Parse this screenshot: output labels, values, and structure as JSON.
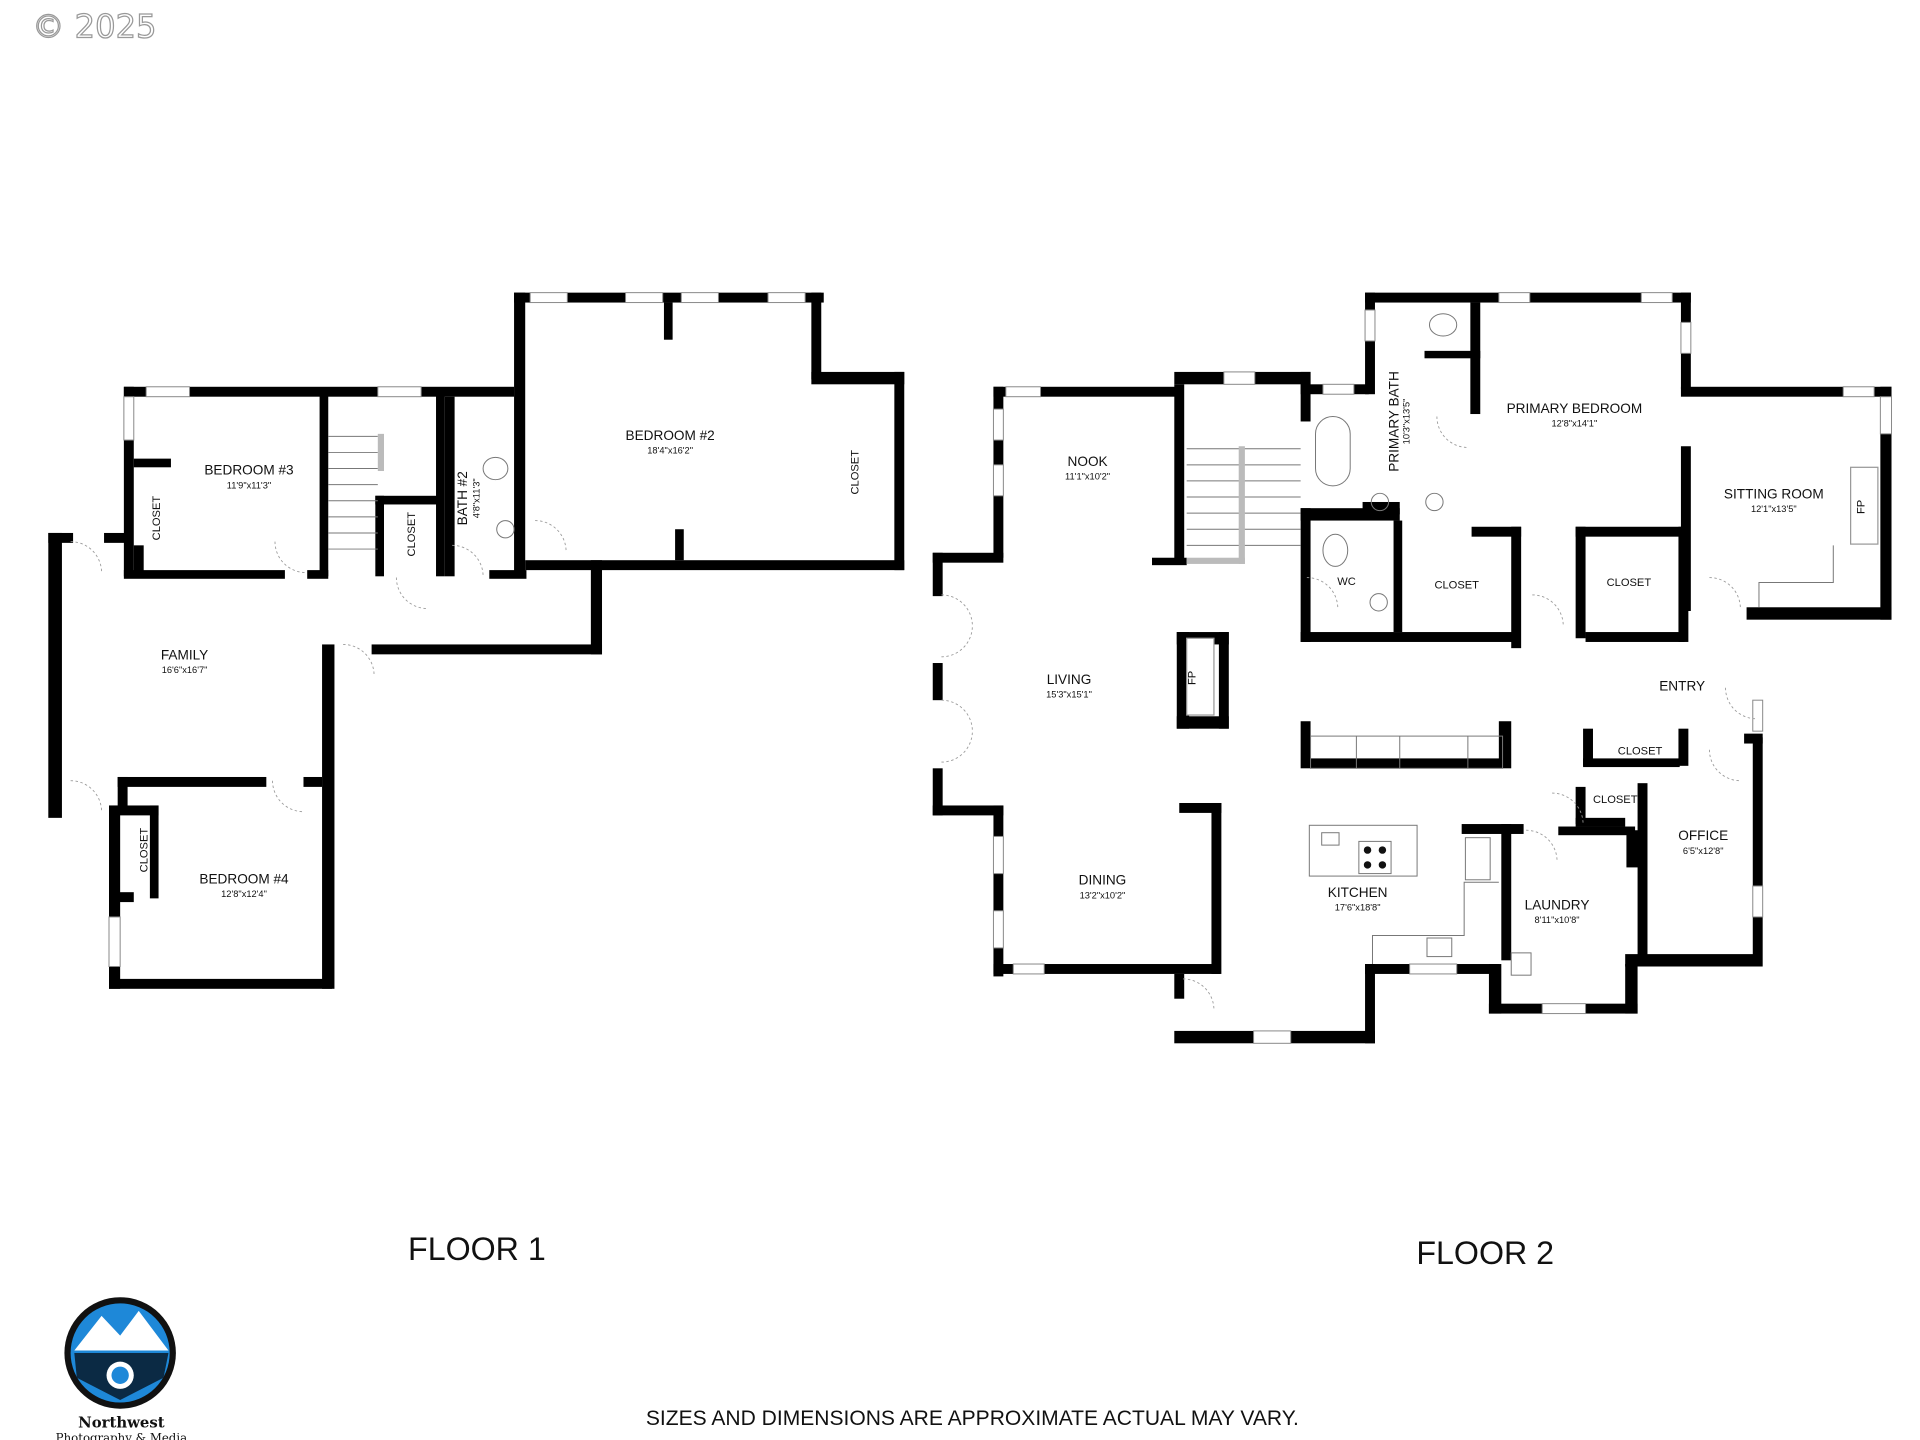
{
  "copyright": "© 2025",
  "floors": [
    {
      "label": "FLOOR 1",
      "rooms": [
        {
          "name": "BEDROOM #3",
          "size": "11'9\"x11'3\""
        },
        {
          "name": "BEDROOM #2",
          "size": "18'4\"x16'2\""
        },
        {
          "name": "BATH #2",
          "size": "4'8\"x11'3\""
        },
        {
          "name": "FAMILY",
          "size": "16'6\"x16'7\""
        },
        {
          "name": "BEDROOM #4",
          "size": "12'8\"x12'4\""
        },
        {
          "name": "CLOSET"
        },
        {
          "name": "CLOSET"
        },
        {
          "name": "CLOSET"
        },
        {
          "name": "CLOSET"
        }
      ]
    },
    {
      "label": "FLOOR 2",
      "rooms": [
        {
          "name": "NOOK",
          "size": "11'1\"x10'2\""
        },
        {
          "name": "LIVING",
          "size": "15'3\"x15'1\""
        },
        {
          "name": "DINING",
          "size": "13'2\"x10'2\""
        },
        {
          "name": "PRIMARY BATH",
          "size": "10'3\"x13'5\""
        },
        {
          "name": "PRIMARY BEDROOM",
          "size": "12'8\"x14'1\""
        },
        {
          "name": "SITTING ROOM",
          "size": "12'1\"x13'5\""
        },
        {
          "name": "WC"
        },
        {
          "name": "CLOSET"
        },
        {
          "name": "CLOSET"
        },
        {
          "name": "ENTRY"
        },
        {
          "name": "CLOSET"
        },
        {
          "name": "CLOSET"
        },
        {
          "name": "OFFICE",
          "size": "6'5\"x12'8\""
        },
        {
          "name": "KITCHEN",
          "size": "17'6\"x18'8\""
        },
        {
          "name": "LAUNDRY",
          "size": "8'11\"x10'8\""
        },
        {
          "name": "FP"
        },
        {
          "name": "FP"
        }
      ]
    }
  ],
  "disclaimer": "SIZES AND DIMENSIONS ARE APPROXIMATE ACTUAL MAY VARY.",
  "logo": {
    "line1": "Northwest",
    "line2": "Photography & Media",
    "accent": "#1e88d8"
  }
}
